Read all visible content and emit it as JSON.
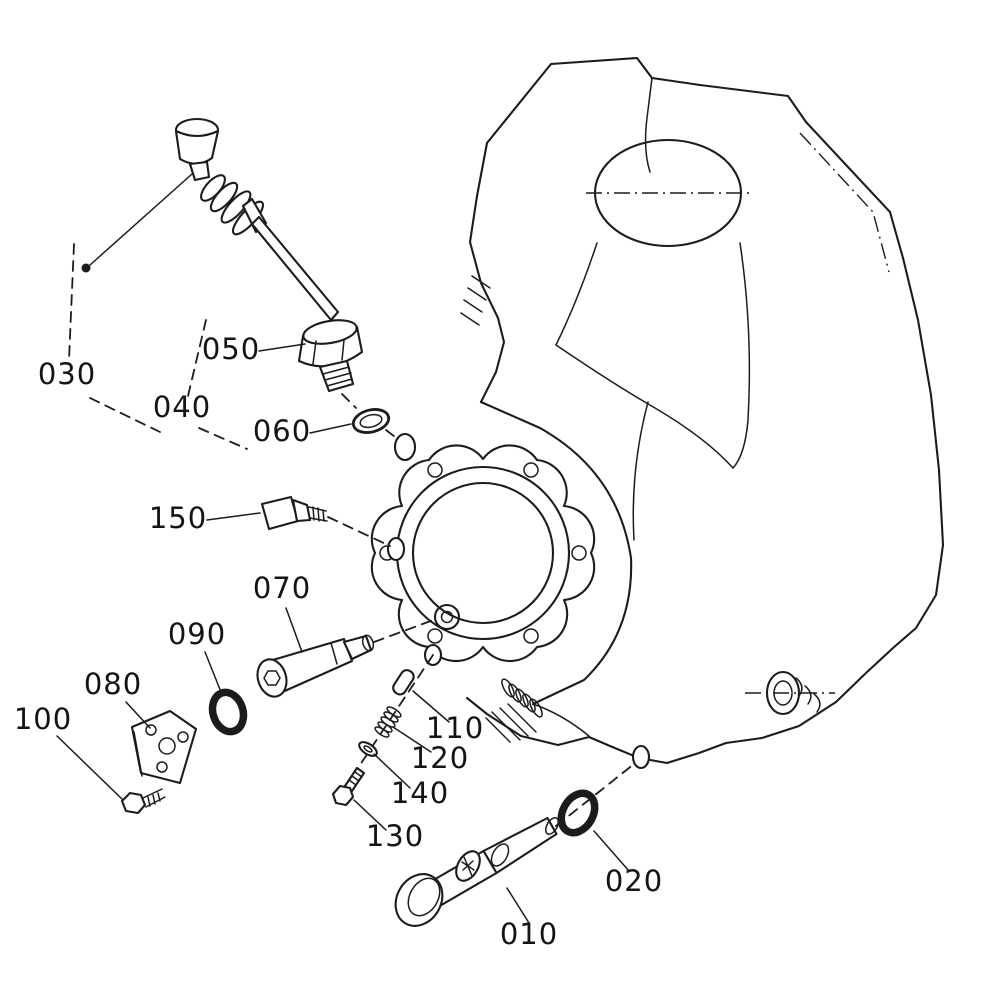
{
  "page": {
    "background_color": "#ffffff",
    "line_color": "#1c1c1c"
  },
  "diagram": {
    "type": "exploded-parts-diagram",
    "description": "Engine crankcase exploded parts drawing with dipstick, plugs, O-rings, switch and fasteners, numbered callouts",
    "labels": [
      {
        "text": "010"
      },
      {
        "text": "020"
      },
      {
        "text": "030"
      },
      {
        "text": "040"
      },
      {
        "text": "050"
      },
      {
        "text": "060"
      },
      {
        "text": "070"
      },
      {
        "text": "080"
      },
      {
        "text": "090"
      },
      {
        "text": "100"
      },
      {
        "text": "110"
      },
      {
        "text": "120"
      },
      {
        "text": "130"
      },
      {
        "text": "140"
      },
      {
        "text": "150"
      }
    ]
  }
}
